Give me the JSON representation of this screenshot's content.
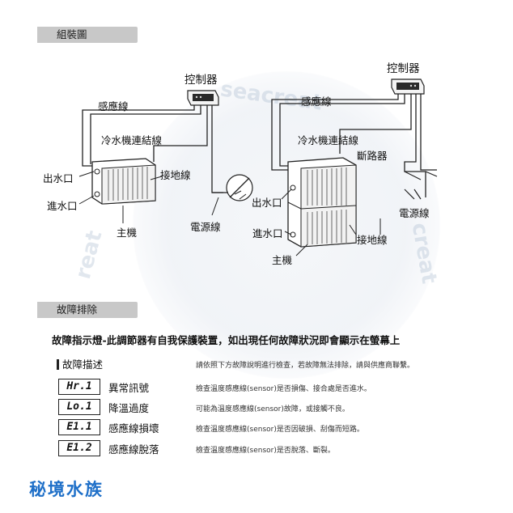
{
  "sections": {
    "assembly": "組裝圖",
    "troubleshooting": "故障排除"
  },
  "diagram_left": {
    "controller": "控制器",
    "sensor_line": "感應線",
    "chiller_line": "冷水機連結線",
    "outlet": "出水口",
    "inlet": "進水口",
    "ground_line": "接地線",
    "main_unit": "主機",
    "power_line": "電源線"
  },
  "diagram_right": {
    "controller": "控制器",
    "sensor_line": "感應線",
    "chiller_line": "冷水機連結線",
    "breaker": "斷路器",
    "outlet": "出水口",
    "inlet": "進水口",
    "power_line": "電源線",
    "ground_line": "接地線",
    "main_unit": "主機"
  },
  "intro": "故障指示燈-此調節器有自我保護裝置，如出現任何故障狀況即會顯示在螢幕上",
  "table": {
    "header_left": "故障描述",
    "header_right": "請依照下方故障說明進行檢查，若故障無法排除，請與供應商聯繫。",
    "rows": [
      {
        "code": "Hr.1",
        "name": "異常訊號",
        "desc": "檢查溫度感應線(sensor)是否損傷、接合處是否進水。"
      },
      {
        "code": "Lo.1",
        "name": "降溫過度",
        "desc": "可能為溫度感應線(sensor)故障，或接觸不良。"
      },
      {
        "code": "E1.1",
        "name": "感應線損壞",
        "desc": "檢查溫度感應線(sensor)是否因破損、刮傷而短路。"
      },
      {
        "code": "E1.2",
        "name": "感應線脫落",
        "desc": "檢查溫度感應線(sensor)是否脫落、斷裂。"
      }
    ]
  },
  "brand": "秘境水族",
  "watermark": {
    "text1": "seacreat",
    "text2": "creat",
    "text3": "reat"
  }
}
